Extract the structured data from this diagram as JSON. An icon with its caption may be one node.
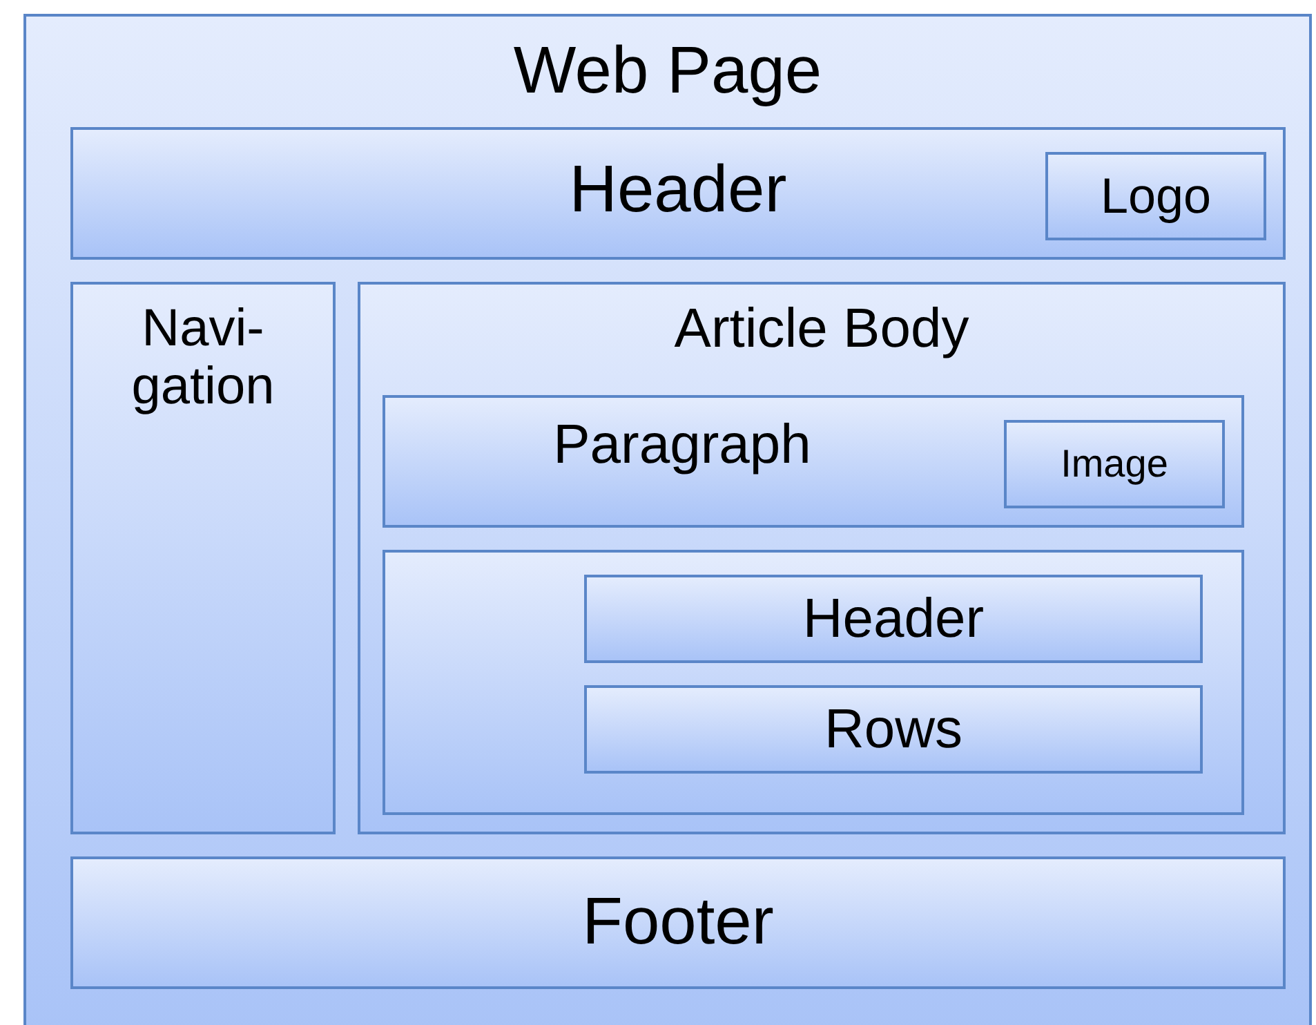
{
  "diagram": {
    "nodes": [
      {
        "text": [
          "Web Page"
        ]
      },
      {
        "text": [
          "Header"
        ],
        "in": 0
      },
      {
        "text": [
          "Logo"
        ],
        "in": 1
      },
      {
        "text": [
          "Navi- gation"
        ],
        "in": 0
      },
      {
        "text": [
          "Article Body"
        ],
        "in": 0
      },
      {
        "text": [
          "Paragraph"
        ],
        "in": 4
      },
      {
        "text": [
          "Image"
        ],
        "in": 5
      },
      {
        "text": [],
        "shape": "box",
        "in": 4
      },
      {
        "text": [
          "Header"
        ],
        "in": 7
      },
      {
        "text": [
          "Rows"
        ],
        "in": 7
      },
      {
        "text": [
          "Footer"
        ],
        "in": 0
      }
    ]
  }
}
